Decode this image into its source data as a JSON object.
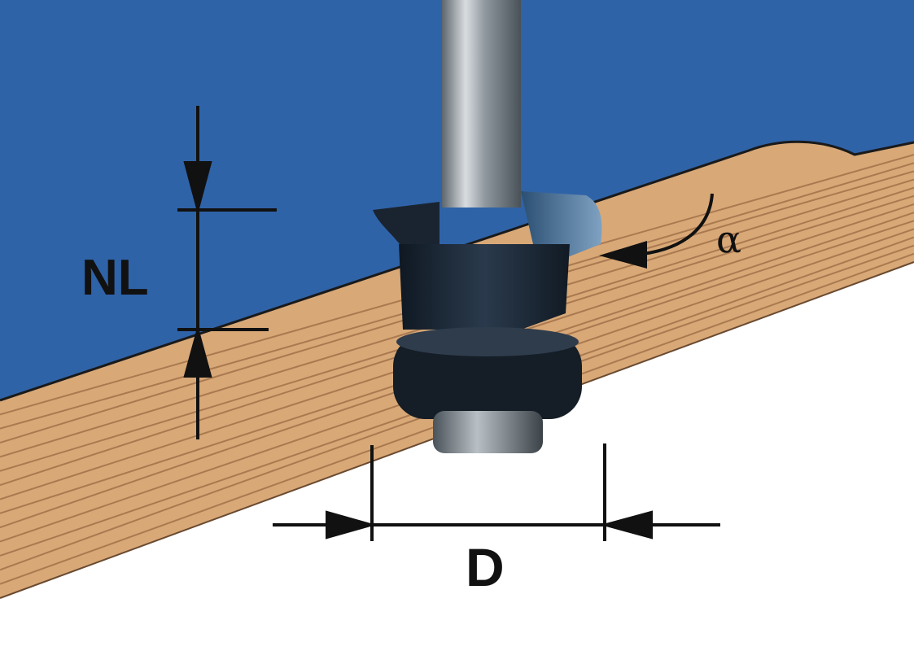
{
  "labels": {
    "nl": "NL",
    "d": "D",
    "alpha": "α"
  },
  "colors": {
    "board_top": "#2f63a8",
    "wood": "#d8a877",
    "wood_grain": "#9a6a44",
    "cutter": "#1c2836",
    "shank": "#9aa3aa",
    "dimension": "#111111"
  }
}
